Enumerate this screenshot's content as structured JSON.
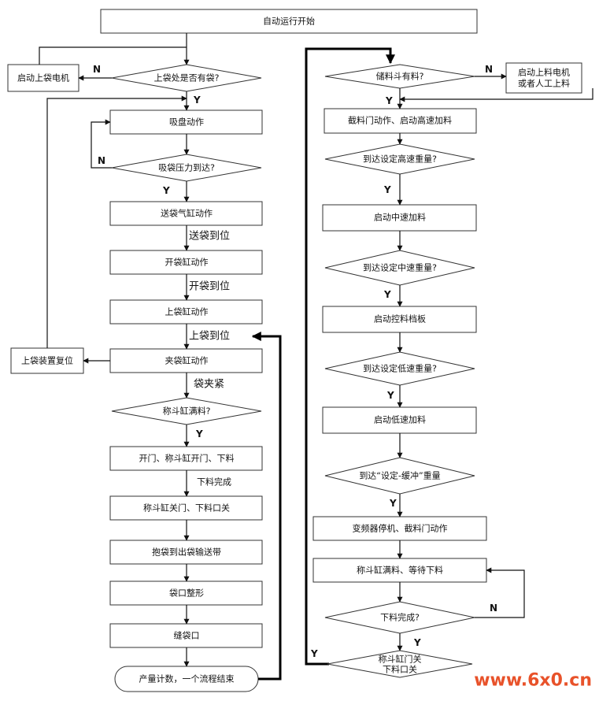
{
  "colors": {
    "line": "#111111",
    "watermark": "#e8522a"
  },
  "left": {
    "start": "自动运行开始",
    "side_motor": "启动上袋电机",
    "d_has_bag": "上袋处是否有袋?",
    "suction": "吸盘动作",
    "d_pressure": "吸袋压力到达?",
    "feed_cyl": "送袋气缸动作",
    "open_cyl": "开袋缸动作",
    "bag_cyl": "上袋缸动作",
    "reset": "上袋装置复位",
    "clamp_cyl": "夹袋缸动作",
    "d_full": "称斗缸满料?",
    "open_door": "开门、称斗缸开门、下料",
    "close_door": "称斗缸关门、下料口关",
    "hold_bag": "抱袋到出袋输送带",
    "shape": "袋口整形",
    "sew": "缝袋口",
    "end": "产量计数，一个流程结束"
  },
  "left_labels": {
    "feed_done": "送袋到位",
    "open_done": "开袋到位",
    "bag_done": "上袋到位",
    "clamp_done": "袋夹紧",
    "unload_done": "下料完成"
  },
  "right": {
    "d_hopper": "储料斗有料?",
    "side_feed": [
      "启动上料电机",
      "或者人工上料"
    ],
    "gate_high": "截料门动作、启动高速加料",
    "d_high": "到达设定高速重量?",
    "mid_feed": "启动中速加料",
    "d_mid": "到达设定中速重量?",
    "baffle": "启动控料档板",
    "d_low": "到达设定低速重量?",
    "low_feed": "启动低速加料",
    "d_buffer": "到达“设定-缓冲”重量",
    "vfd_stop": "变频器停机、截料门动作",
    "wait": "称斗缸满料、等待下料",
    "d_unload": "下料完成?",
    "d_close": [
      "称斗缸门关",
      "下料口关"
    ]
  },
  "yn": {
    "yes": "Y",
    "no": "N"
  },
  "watermark": "www.6x0.cn"
}
